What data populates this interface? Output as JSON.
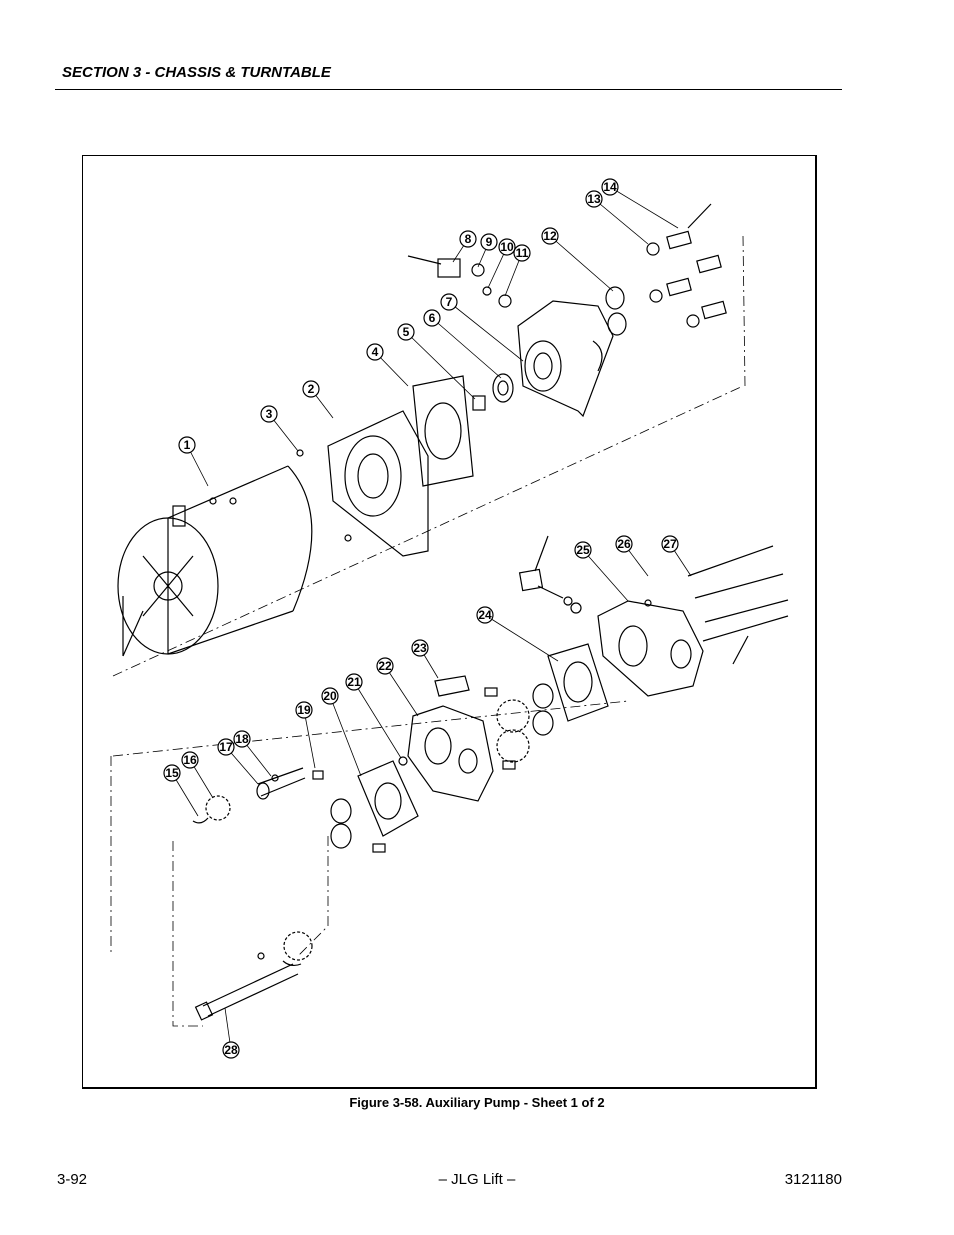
{
  "header": {
    "section": "SECTION 3 - CHASSIS & TURNTABLE"
  },
  "figure": {
    "caption": "Figure 3-58.  Auxiliary Pump - Sheet 1 of 2",
    "callouts": [
      "1",
      "2",
      "3",
      "4",
      "5",
      "6",
      "7",
      "8",
      "9",
      "10",
      "11",
      "12",
      "13",
      "14",
      "15",
      "16",
      "17",
      "18",
      "19",
      "20",
      "21",
      "22",
      "23",
      "24",
      "25",
      "26",
      "27",
      "28"
    ]
  },
  "footer": {
    "page": "3-92",
    "brand": "– JLG Lift –",
    "doc": "3121180"
  }
}
